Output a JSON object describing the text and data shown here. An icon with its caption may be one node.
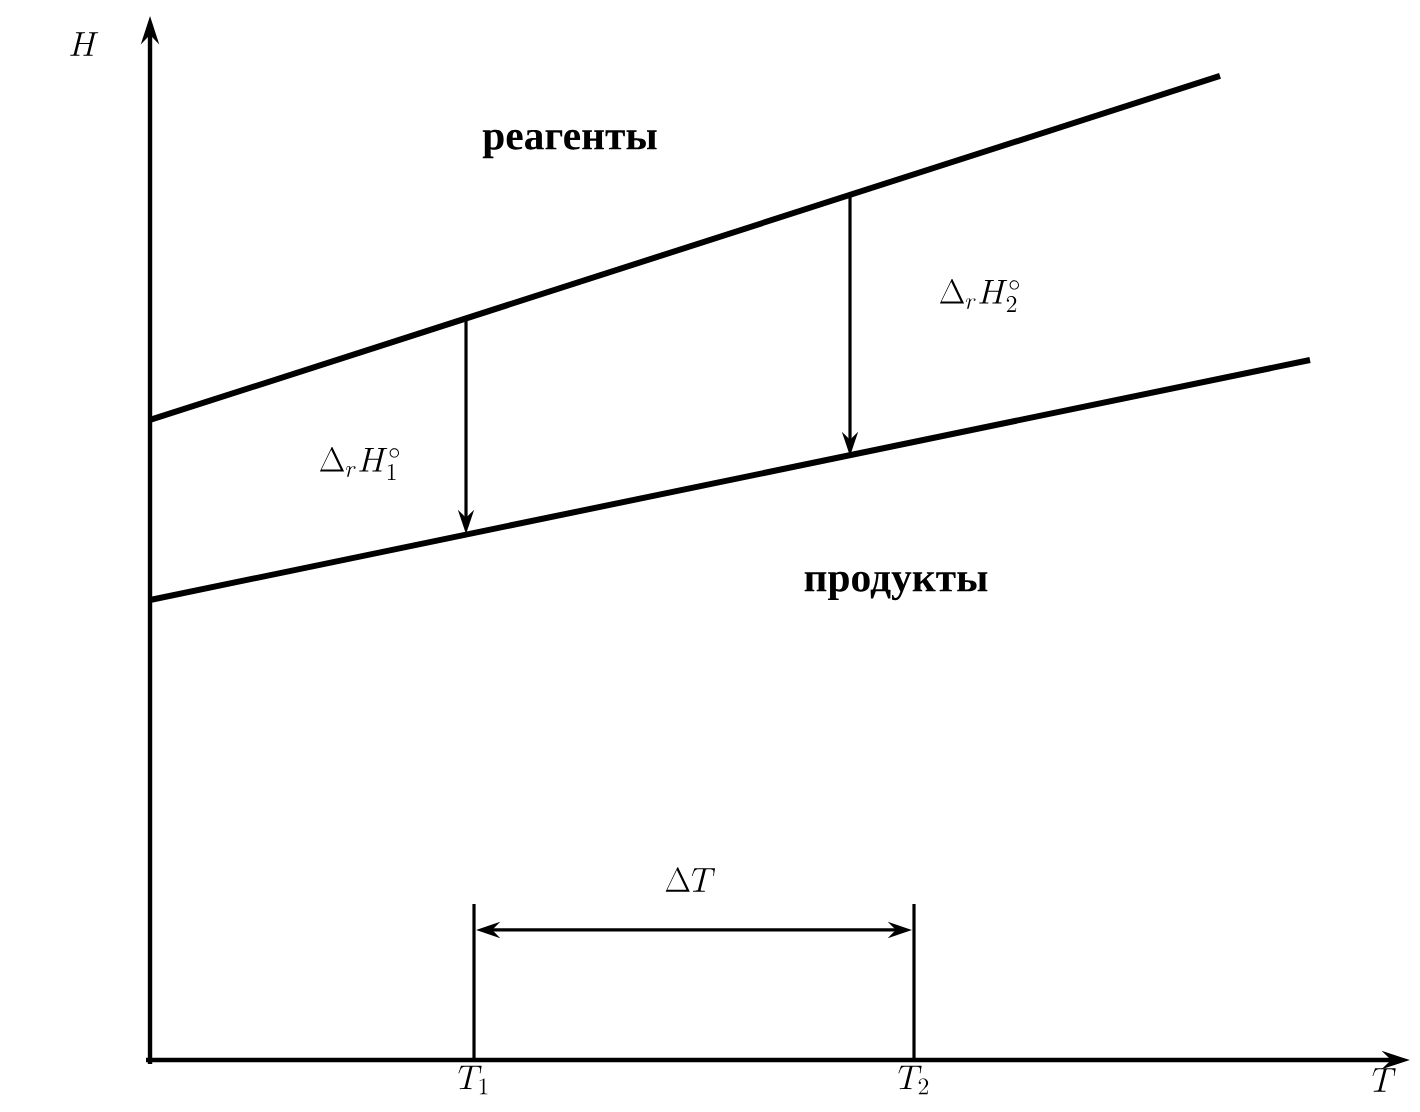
{
  "diagram": {
    "labels": [
      "H",
      "реагенты",
      "\\Delta_r H_2^\\circ",
      "\\Delta_r H_1^\\circ",
      "продукты",
      "\\Delta T",
      "T_1",
      "T_2",
      "T"
    ]
  }
}
